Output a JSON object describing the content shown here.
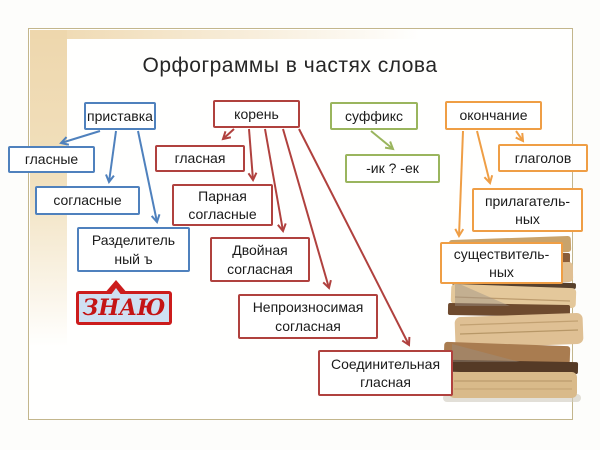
{
  "title": "Орфограммы в частях слова",
  "accent_colors": {
    "blue": "#4f81bd",
    "red": "#b0413e",
    "green": "#9ab55e",
    "orange": "#ef9e45",
    "frame_tan": "#c3b68c",
    "band_beige": "#eed7ad",
    "know_border_red": "#cc1c1c",
    "know_fill_blue": "#cfe0f2"
  },
  "nodes": {
    "pristavka": {
      "label": "приставка"
    },
    "koren": {
      "label": "корень"
    },
    "suffiks": {
      "label": "суффикс"
    },
    "okonchanie": {
      "label": "окончание"
    },
    "glasnye": {
      "label": "гласные"
    },
    "glasnaya": {
      "label": "гласная"
    },
    "ik_ek": {
      "label": "-ик  ?  -ек"
    },
    "glagolov": {
      "label": "глаголов"
    },
    "soglasnye": {
      "label": "согласные"
    },
    "parnaya": {
      "label": "Парная\nсогласные"
    },
    "prilagatelnyh": {
      "label": "прилагатель-\nных"
    },
    "razdelitelny": {
      "label": "Разделитель\nный ъ"
    },
    "dvoynaya": {
      "label": "Двойная\nсогласная"
    },
    "sushchestvitelnyh": {
      "label": "существитель-\nных"
    },
    "neproiznosimaya": {
      "label": "Непроизносимая\nсогласная"
    },
    "soedinitelnaya": {
      "label": "Соединительная\nгласная"
    },
    "znayu": {
      "label": "ЗНАЮ"
    }
  },
  "edges": [
    {
      "from": "приставка",
      "to": "гласные"
    },
    {
      "from": "приставка",
      "to": "согласные"
    },
    {
      "from": "приставка",
      "to": "Разделительный ъ"
    },
    {
      "from": "корень",
      "to": "гласная"
    },
    {
      "from": "корень",
      "to": "Парная согласные"
    },
    {
      "from": "корень",
      "to": "Двойная согласная"
    },
    {
      "from": "корень",
      "to": "Непроизносимая согласная"
    },
    {
      "from": "корень",
      "to": "Соединительная гласная"
    },
    {
      "from": "суффикс",
      "to": "-ик ? -ек"
    },
    {
      "from": "окончание",
      "to": "глаголов"
    },
    {
      "from": "окончание",
      "to": "прилагатель-ных"
    },
    {
      "from": "окончание",
      "to": "существитель-ных"
    }
  ]
}
